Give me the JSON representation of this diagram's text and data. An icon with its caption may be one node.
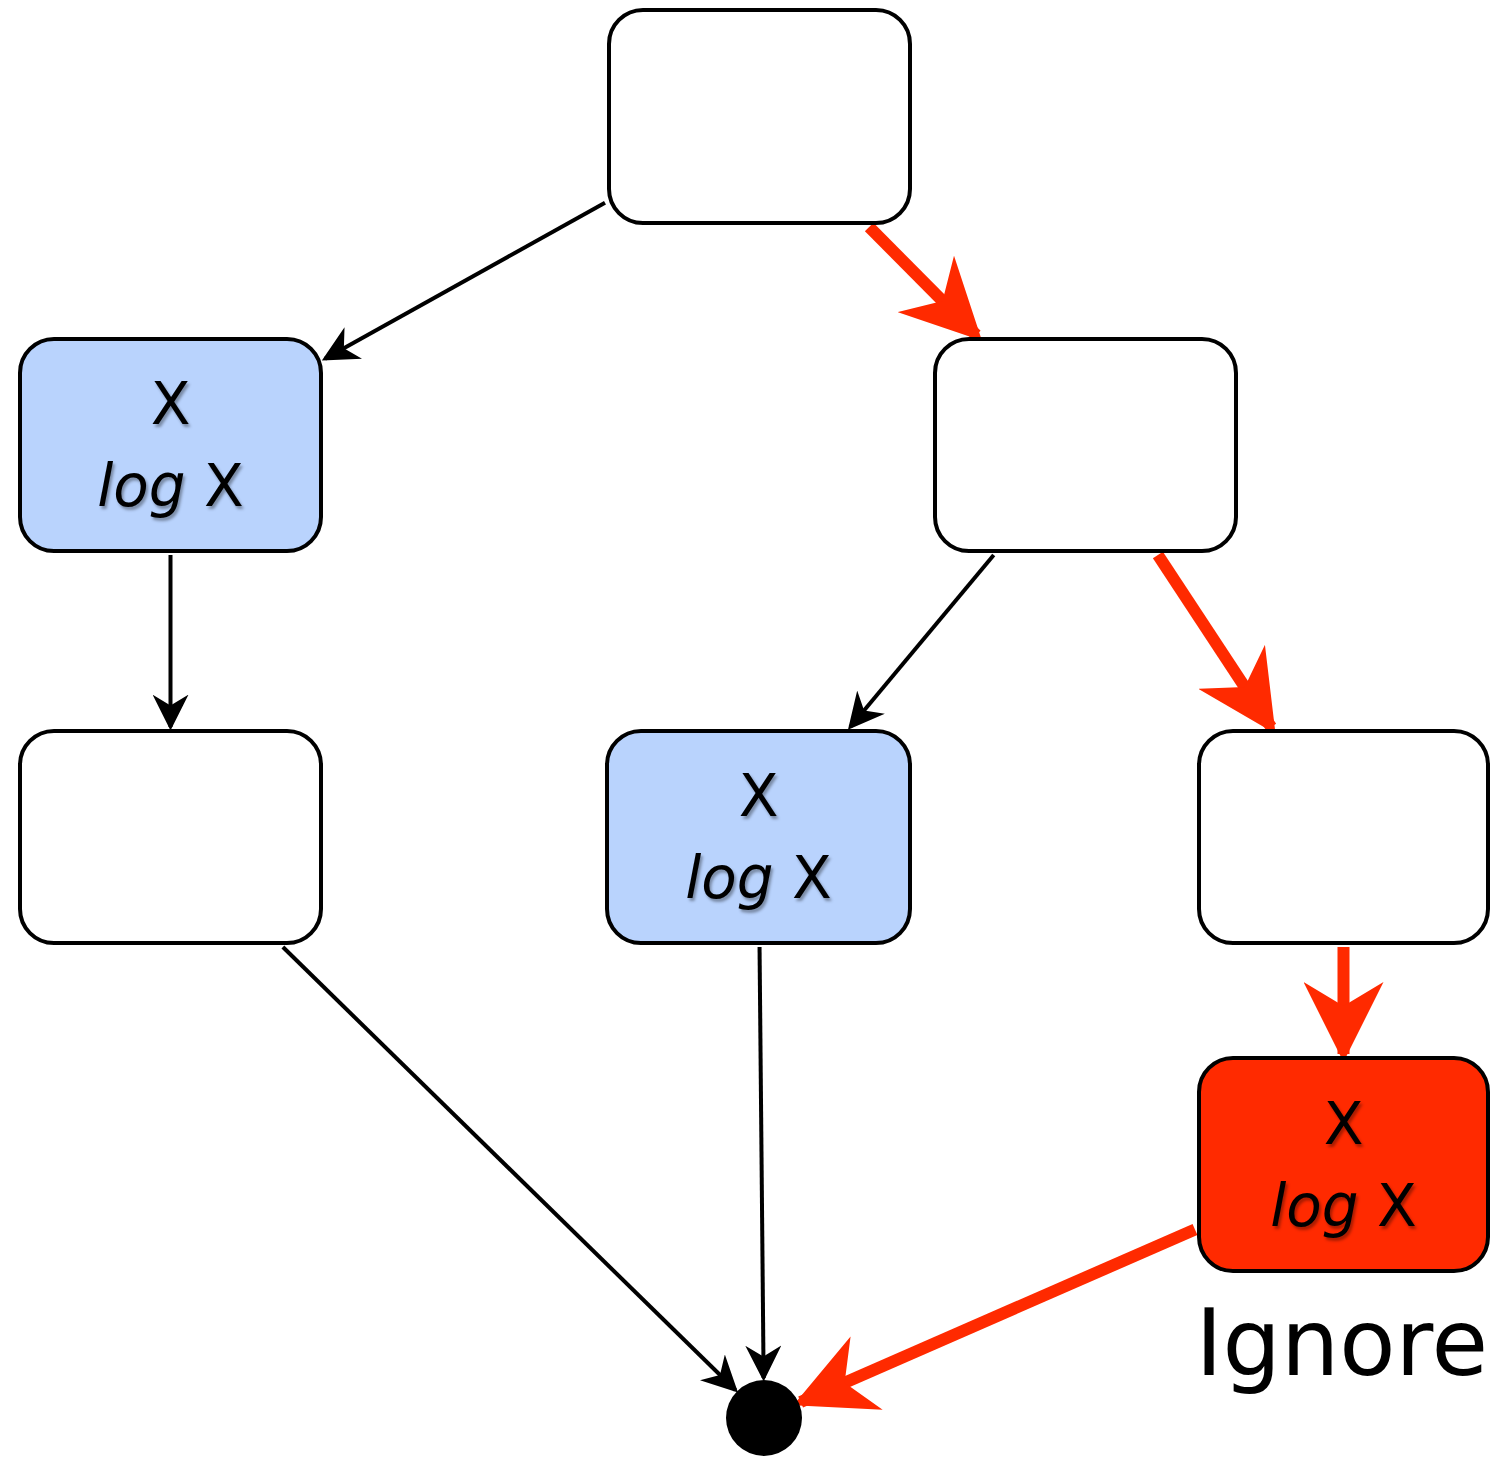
{
  "diagram": {
    "nodes": [
      {
        "text": [],
        "shape": "box"
      },
      {
        "text": [
          "X",
          "*log* X"
        ]
      },
      {
        "text": [],
        "shape": "box"
      },
      {
        "text": [],
        "shape": "box"
      },
      {
        "text": [
          "X",
          "*log* X"
        ]
      },
      {
        "text": [],
        "shape": "box"
      },
      {
        "text": [
          "X",
          "*log* X"
        ]
      },
      {
        "text": [],
        "shape": "circle"
      }
    ],
    "edges": [
      {
        "from": 0,
        "to": 1,
        "arrow": "to"
      },
      {
        "from": 0,
        "to": 2,
        "arrow": "to",
        "style": "thick",
        "color": "#ff2a00"
      },
      {
        "from": 1,
        "to": 3,
        "arrow": "to"
      },
      {
        "from": 2,
        "to": 4,
        "arrow": "to"
      },
      {
        "from": 2,
        "to": 5,
        "arrow": "to",
        "style": "thick",
        "color": "#ff2a00"
      },
      {
        "from": 3,
        "to": 7,
        "arrow": "to"
      },
      {
        "from": 4,
        "to": 7,
        "arrow": "to"
      },
      {
        "from": 5,
        "to": 6,
        "arrow": "to",
        "style": "thick",
        "color": "#ff2a00"
      },
      {
        "from": 6,
        "to": 7,
        "arrow": "to",
        "style": "thick",
        "color": "#ff2a00"
      }
    ],
    "labels": [
      "Ignore"
    ]
  }
}
